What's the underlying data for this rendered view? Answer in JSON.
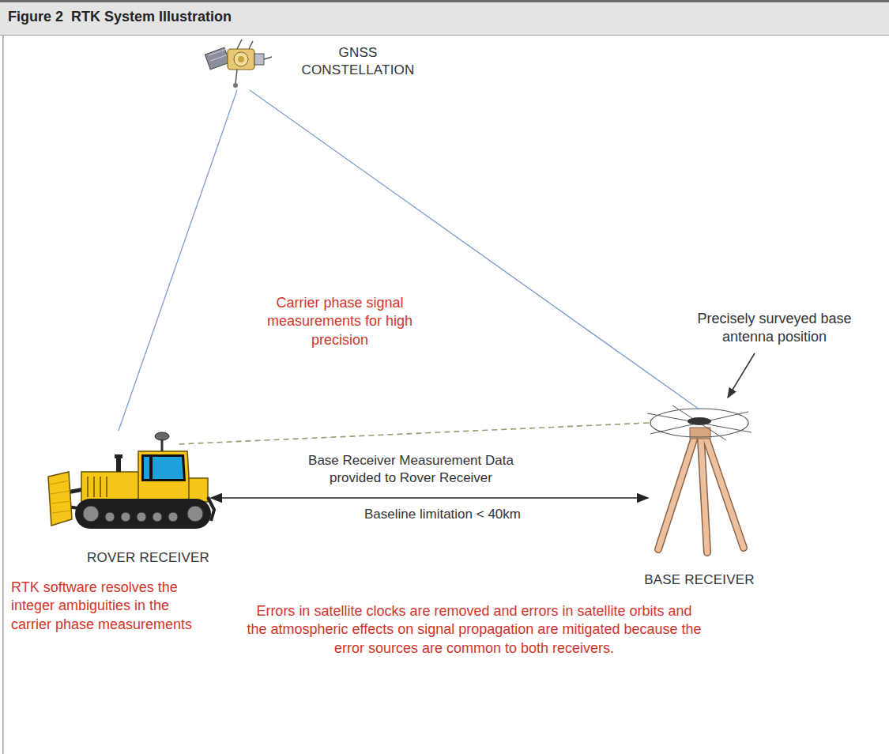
{
  "diagram": {
    "title": "Figure 2  RTK System Illustration",
    "nodes": [
      {
        "text": [
          "GNSS CONSTELLATION"
        ]
      },
      {
        "text": [
          "ROVER RECEIVER"
        ]
      },
      {
        "text": [
          "BASE RECEIVER"
        ]
      }
    ],
    "edges": [
      {
        "from": 0,
        "to": 1,
        "arrow": "none"
      },
      {
        "from": 0,
        "to": 2,
        "arrow": "none"
      },
      {
        "from": 2,
        "to": 1,
        "label": "Base Receiver Measurement Data provided to Rover Receiver",
        "arrow": "none"
      },
      {
        "from": 1,
        "to": 2,
        "label": "Baseline limitation < 40km",
        "arrow": "both"
      }
    ],
    "labels": [
      "Carrier phase signal measurements for high precision",
      "Precisely surveyed base antenna position",
      "RTK software resolves the integer ambiguities in the carrier phase measurements",
      "Errors in satellite clocks are removed and errors in satellite orbits and the atmospheric effects on signal propagation are mitigated because the error sources are common to both receivers."
    ]
  }
}
